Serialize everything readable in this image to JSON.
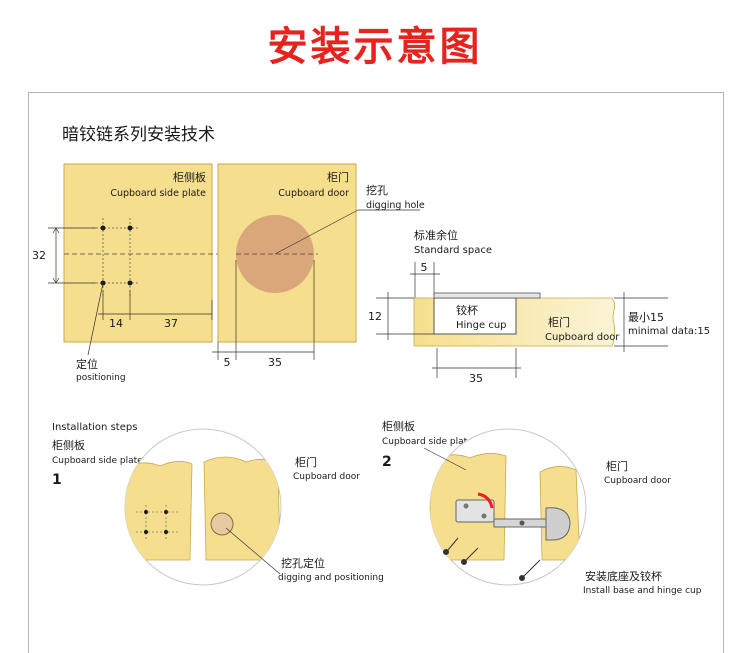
{
  "title": "安装示意图",
  "subtitle": "暗铰链系列安装技术",
  "colors": {
    "accent_red": "#e6231e",
    "board": "#f5df8e",
    "board_edge": "#c9a84a",
    "hole": "#d9a77a",
    "line": "#333333"
  },
  "side_plate": {
    "label_cn": "柜侧板",
    "label_en": "Cupboard side plate",
    "dim_32": "32",
    "dim_14": "14",
    "dim_37": "37"
  },
  "door_panel": {
    "label_cn": "柜门",
    "label_en": "Cupboard door",
    "hole_cn": "挖孔",
    "hole_en": "digging hole",
    "dim_5": "5",
    "dim_35": "35"
  },
  "positioning": {
    "cn": "定位",
    "en": "positioning"
  },
  "section": {
    "standard_cn": "标准余位",
    "standard_en": "Standard space",
    "dim_5": "5",
    "dim_12": "12",
    "dim_35": "35",
    "cup_cn": "铰杯",
    "cup_en": "Hinge cup",
    "door_cn": "柜门",
    "door_en": "Cupboard door",
    "min_cn": "最小15",
    "min_en": "minimal data:15"
  },
  "steps": {
    "heading": "Installation steps",
    "step1": {
      "number": "1",
      "side_cn": "柜侧板",
      "side_en": "Cupboard side plate",
      "door_cn": "柜门",
      "door_en": "Cupboard door",
      "dig_cn": "挖孔定位",
      "dig_en": "digging and positioning"
    },
    "step2": {
      "number": "2",
      "side_cn": "柜侧板",
      "side_en": "Cupboard side plate",
      "door_cn": "柜门",
      "door_en": "Cupboard door",
      "install_cn": "安装底座及铰杯",
      "install_en": "Install base and hinge cup"
    }
  }
}
